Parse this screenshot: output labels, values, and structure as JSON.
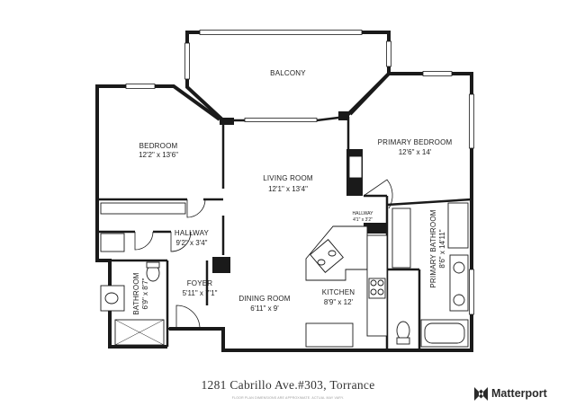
{
  "rooms": {
    "balcony": {
      "name": "BALCONY"
    },
    "bedroom": {
      "name": "BEDROOM",
      "size": "12'2\" x 13'6\""
    },
    "living_room": {
      "name": "LIVING ROOM",
      "size": "12'1\" x 13'4\""
    },
    "primary_bedroom": {
      "name": "PRIMARY BEDROOM",
      "size": "12'6\" x 14'"
    },
    "hallway_left": {
      "name": "HALLWAY",
      "size": "9'2\" x 3'4\""
    },
    "hallway_small": {
      "name": "HALLWAY",
      "size": "4'1\" x 3'2\""
    },
    "foyer": {
      "name": "FOYER",
      "size": "5'11\" x 7'1\""
    },
    "bathroom": {
      "name": "BATHROOM",
      "size": "6'9\" x 8'7\""
    },
    "dining_room": {
      "name": "DINING ROOM",
      "size": "6'11\" x 9'"
    },
    "kitchen": {
      "name": "KITCHEN",
      "size": "8'9\" x 12'"
    },
    "primary_bathroom": {
      "name": "PRIMARY BATHROOM",
      "size": "8'6\" x 14'11\""
    }
  },
  "footer": {
    "address": "1281 Cabrillo Ave.#303, Torrance",
    "disclaimer": "FLOOR PLAN DIMENSIONS ARE APPROXIMATE. ACTUAL MAY VARY.",
    "brand_name": "Matterport",
    "brand_icon": "matterport-logo-icon"
  },
  "colors": {
    "wall": "#1a1a1a",
    "window": "#ffffff"
  }
}
